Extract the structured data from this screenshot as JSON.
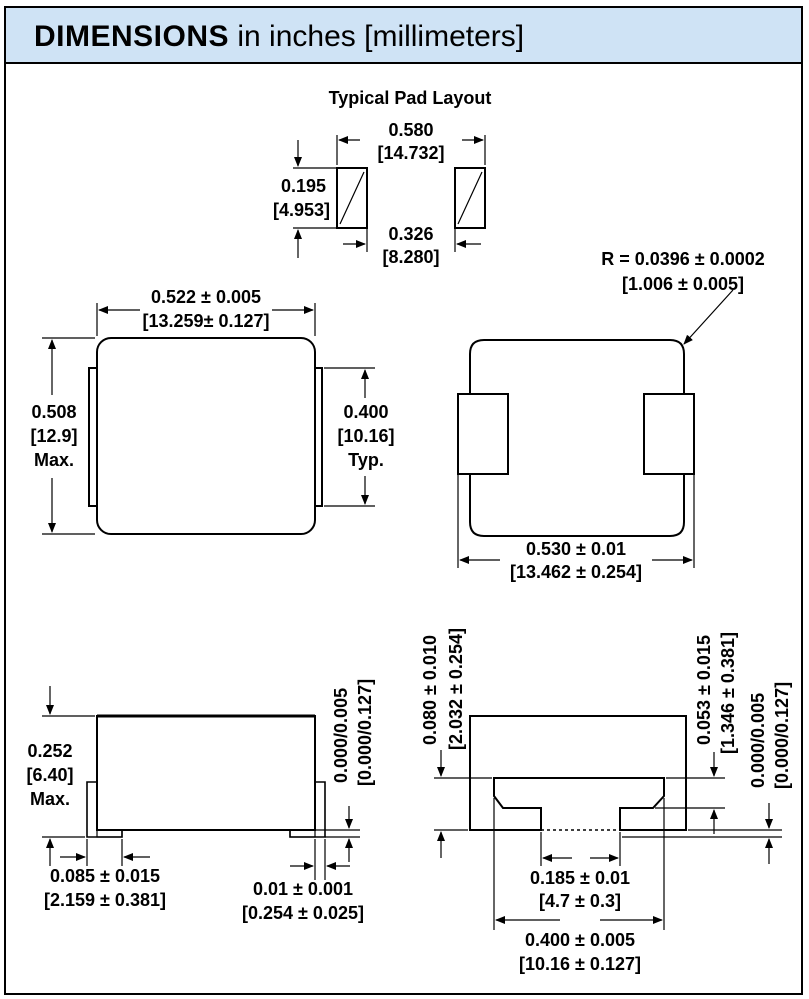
{
  "header": {
    "title_bold": "DIMENSIONS",
    "title_rest": "in inches [millimeters]",
    "background_color": "#cfe3f5"
  },
  "pad_layout": {
    "title": "Typical Pad Layout",
    "outer_width": "0.580",
    "outer_width_mm": "[14.732]",
    "pad_height": "0.195",
    "pad_height_mm": "[4.953]",
    "inner_gap": "0.326",
    "inner_gap_mm": "[8.280]"
  },
  "top_view": {
    "width": "0.522 ± 0.005",
    "width_mm": "[13.259± 0.127]",
    "height": "0.508",
    "height_mm": "[12.9]",
    "height_note": "Max.",
    "terminal_height": "0.400",
    "terminal_height_mm": "[10.16]",
    "terminal_note": "Typ."
  },
  "bottom_view": {
    "radius": "R = 0.0396 ± 0.0002",
    "radius_mm": "[1.006 ± 0.005]",
    "width": "0.530 ± 0.01",
    "width_mm": "[13.462 ± 0.254]"
  },
  "side_view": {
    "height": "0.252",
    "height_mm": "[6.40]",
    "height_note": "Max.",
    "standoff": "0.000/0.005",
    "standoff_mm": "[0.000/0.127]",
    "pad_width": "0.085 ± 0.015",
    "pad_width_mm": "[2.159 ± 0.381]",
    "terminal_thickness": "0.01 ± 0.001",
    "terminal_thickness_mm": "[0.254 ± 0.025]"
  },
  "end_view": {
    "body_offset": "0.080 ± 0.010",
    "body_offset_mm": "[2.032 ± 0.254]",
    "recess_depth": "0.053 ± 0.015",
    "recess_depth_mm": "[1.346 ± 0.381]",
    "standoff": "0.000/0.005",
    "standoff_mm": "[0.000/0.127]",
    "recess_width": "0.185 ± 0.01",
    "recess_width_mm": "[4.7 ± 0.3]",
    "overall_width": "0.400 ± 0.005",
    "overall_width_mm": "[10.16 ± 0.127]"
  }
}
